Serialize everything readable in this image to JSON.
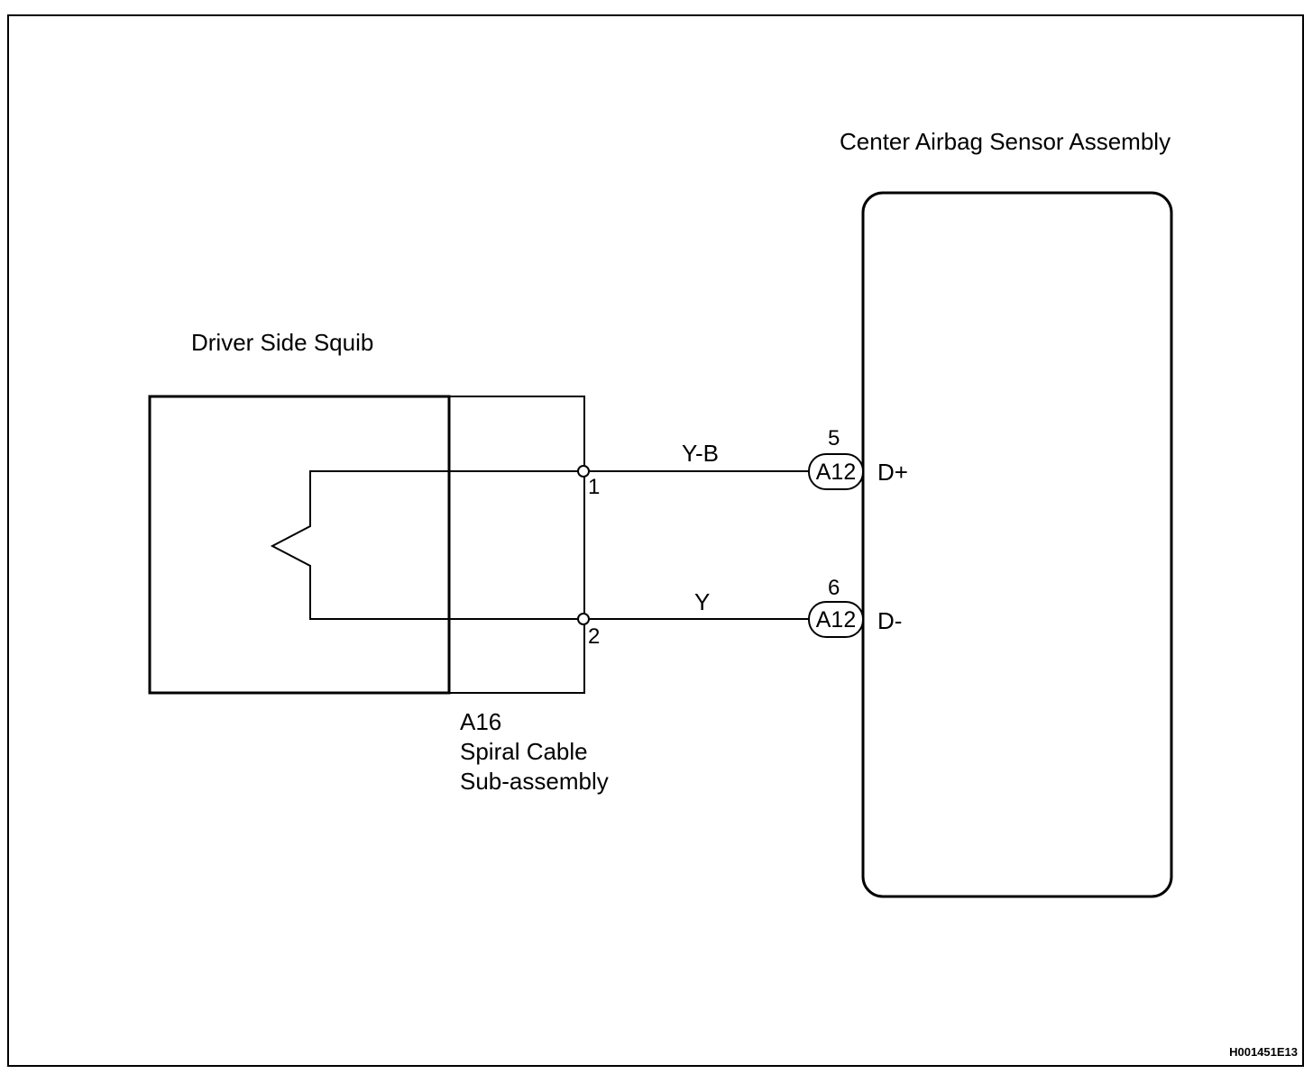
{
  "components": {
    "sensor_title": "Center Airbag Sensor Assembly",
    "squib_title": "Driver Side Squib",
    "spiral_code": "A16",
    "spiral_name_line1": "Spiral Cable",
    "spiral_name_line2": "Sub-assembly"
  },
  "terminals": {
    "spiral_pin_1": "1",
    "spiral_pin_2": "2",
    "sensor_pin_1": "5",
    "sensor_pin_2": "6",
    "connector_1": "A12",
    "connector_2": "A12",
    "signal_1": "D+",
    "signal_2": "D-"
  },
  "wires": {
    "wire_1_color": "Y-B",
    "wire_2_color": "Y"
  },
  "figure_ref": "H001451E13"
}
